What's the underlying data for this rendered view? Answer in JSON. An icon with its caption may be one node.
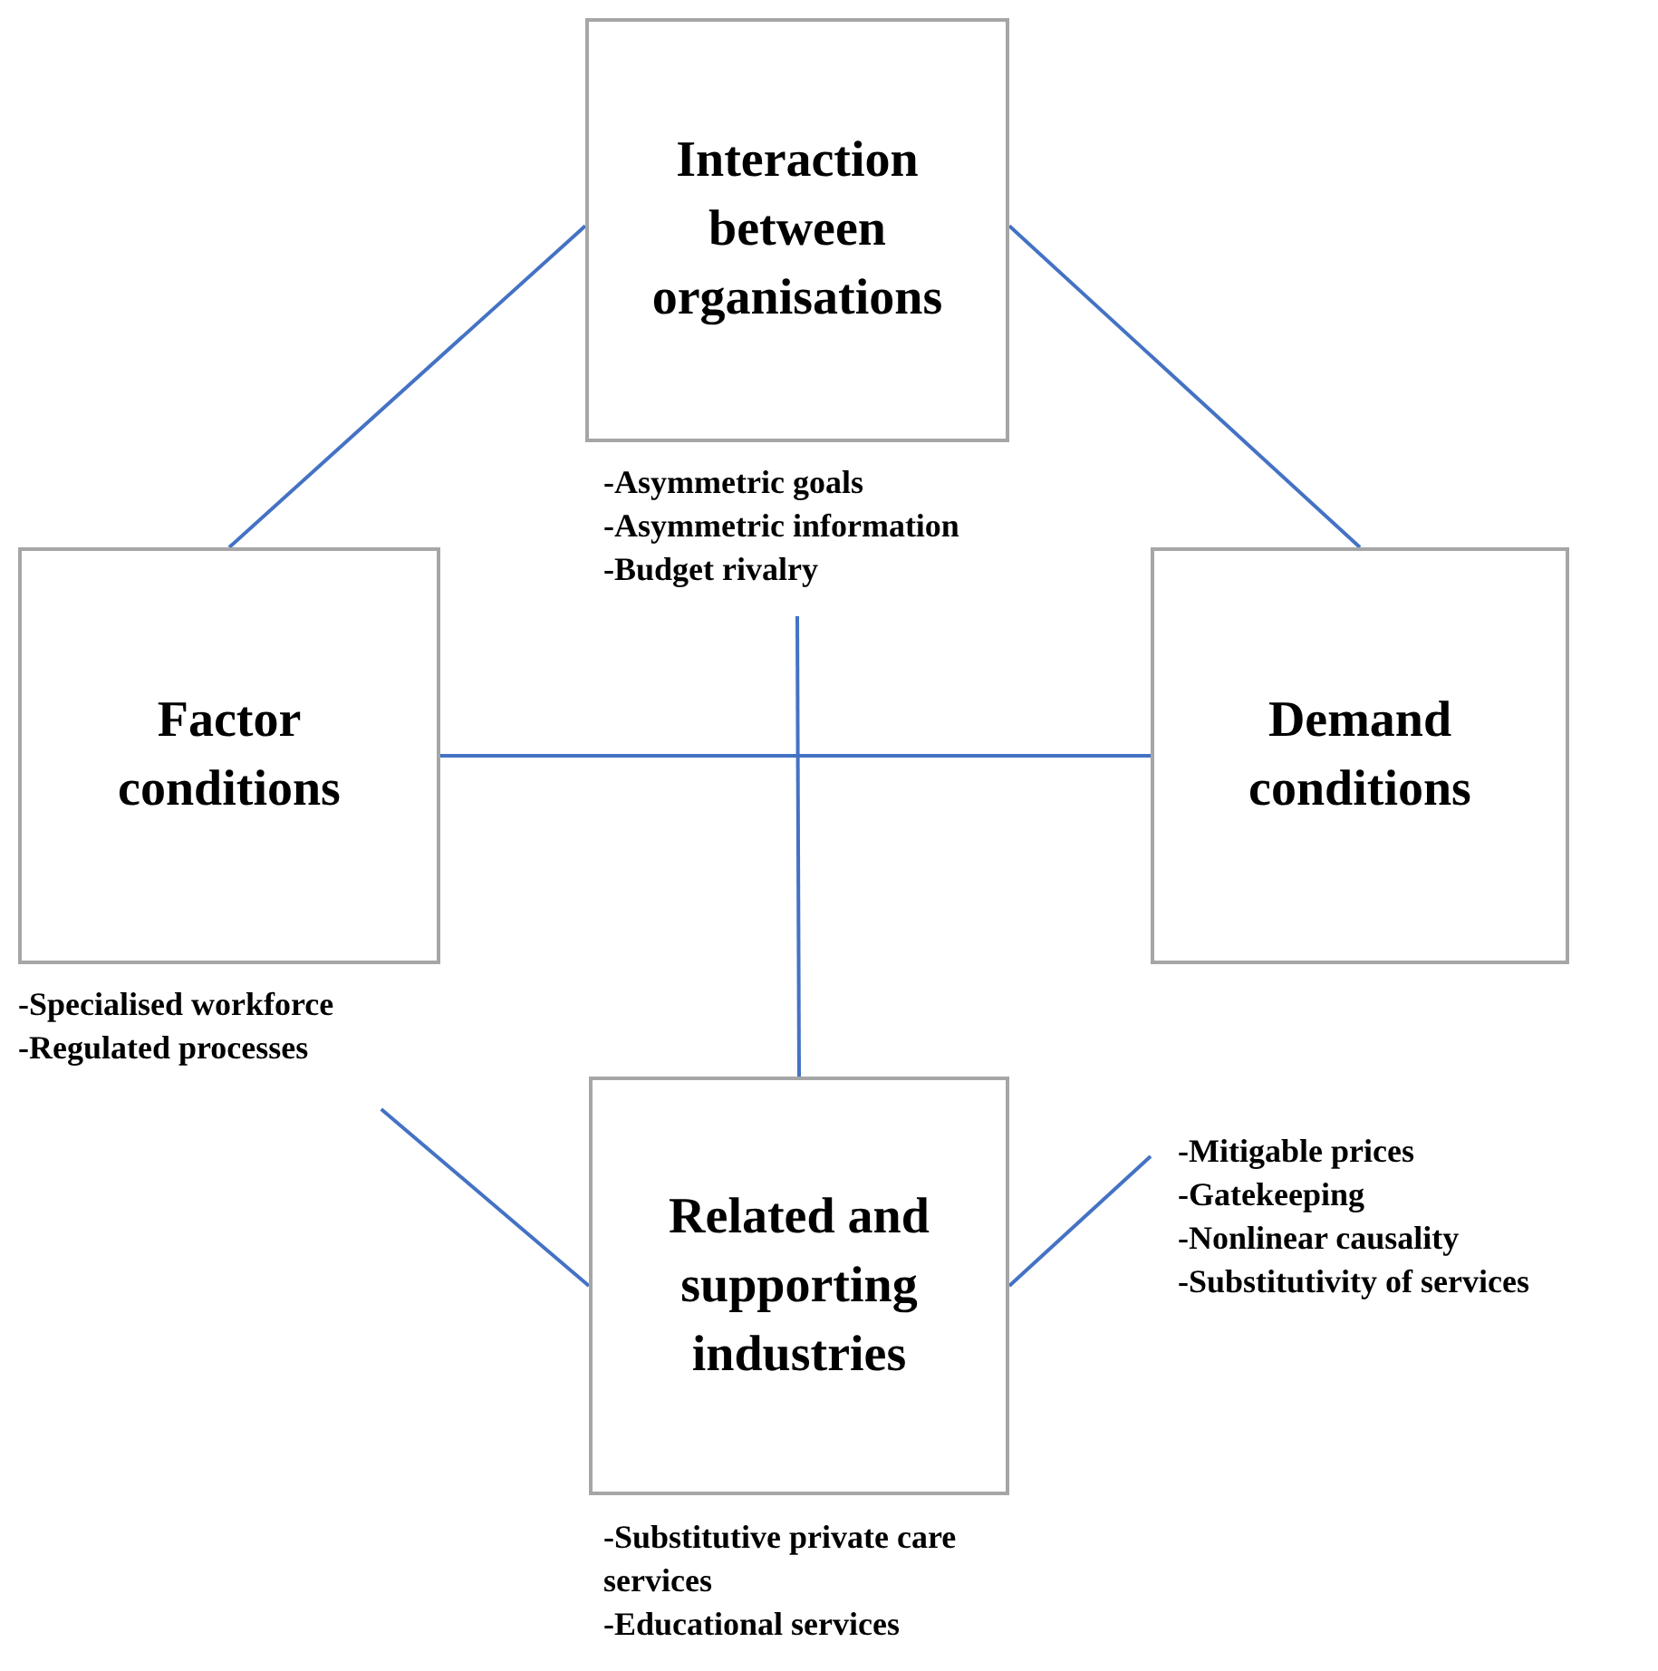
{
  "diagram": {
    "nodes": [
      {
        "text": [
          "Interaction between organisations"
        ],
        "beside": [
          "-Asymmetric goals",
          "-Asymmetric information",
          "-Budget rivalry"
        ]
      },
      {
        "text": [
          "Factor conditions"
        ],
        "beside": [
          "-Specialised workforce",
          "-Regulated processes"
        ]
      },
      {
        "text": [
          "Demand conditions"
        ],
        "beside": [
          "-Mitigable prices",
          "-Gatekeeping",
          "-Nonlinear causality",
          "-Substitutivity of services"
        ]
      },
      {
        "text": [
          "Related and supporting industries"
        ],
        "beside": [
          "-Substitutive private care services",
          "-Educational services"
        ]
      }
    ],
    "edges": [
      {
        "from": 0,
        "to": 1,
        "arrow": "none",
        "color": "#4472c4"
      },
      {
        "from": 0,
        "to": 2,
        "arrow": "none",
        "color": "#4472c4"
      },
      {
        "from": 1,
        "to": 2,
        "arrow": "none",
        "color": "#4472c4"
      },
      {
        "from": 0,
        "to": 3,
        "arrow": "none",
        "color": "#4472c4"
      },
      {
        "from": 1,
        "to": 3,
        "arrow": "none",
        "color": "#4472c4"
      },
      {
        "from": 2,
        "to": 3,
        "arrow": "none",
        "color": "#4472c4"
      }
    ]
  }
}
